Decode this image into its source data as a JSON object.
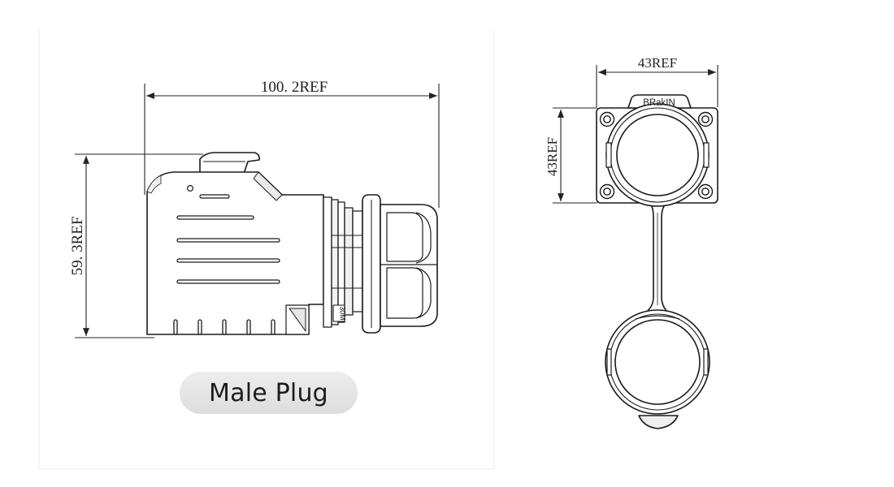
{
  "left_view": {
    "width_dimension": "100. 2REF",
    "height_dimension": "59. 3REF",
    "label_30m": "30M",
    "caption": "Male Plug"
  },
  "right_view": {
    "width_dimension": "43REF",
    "height_dimension": "43REF",
    "brand_mark": "BRakIN"
  }
}
